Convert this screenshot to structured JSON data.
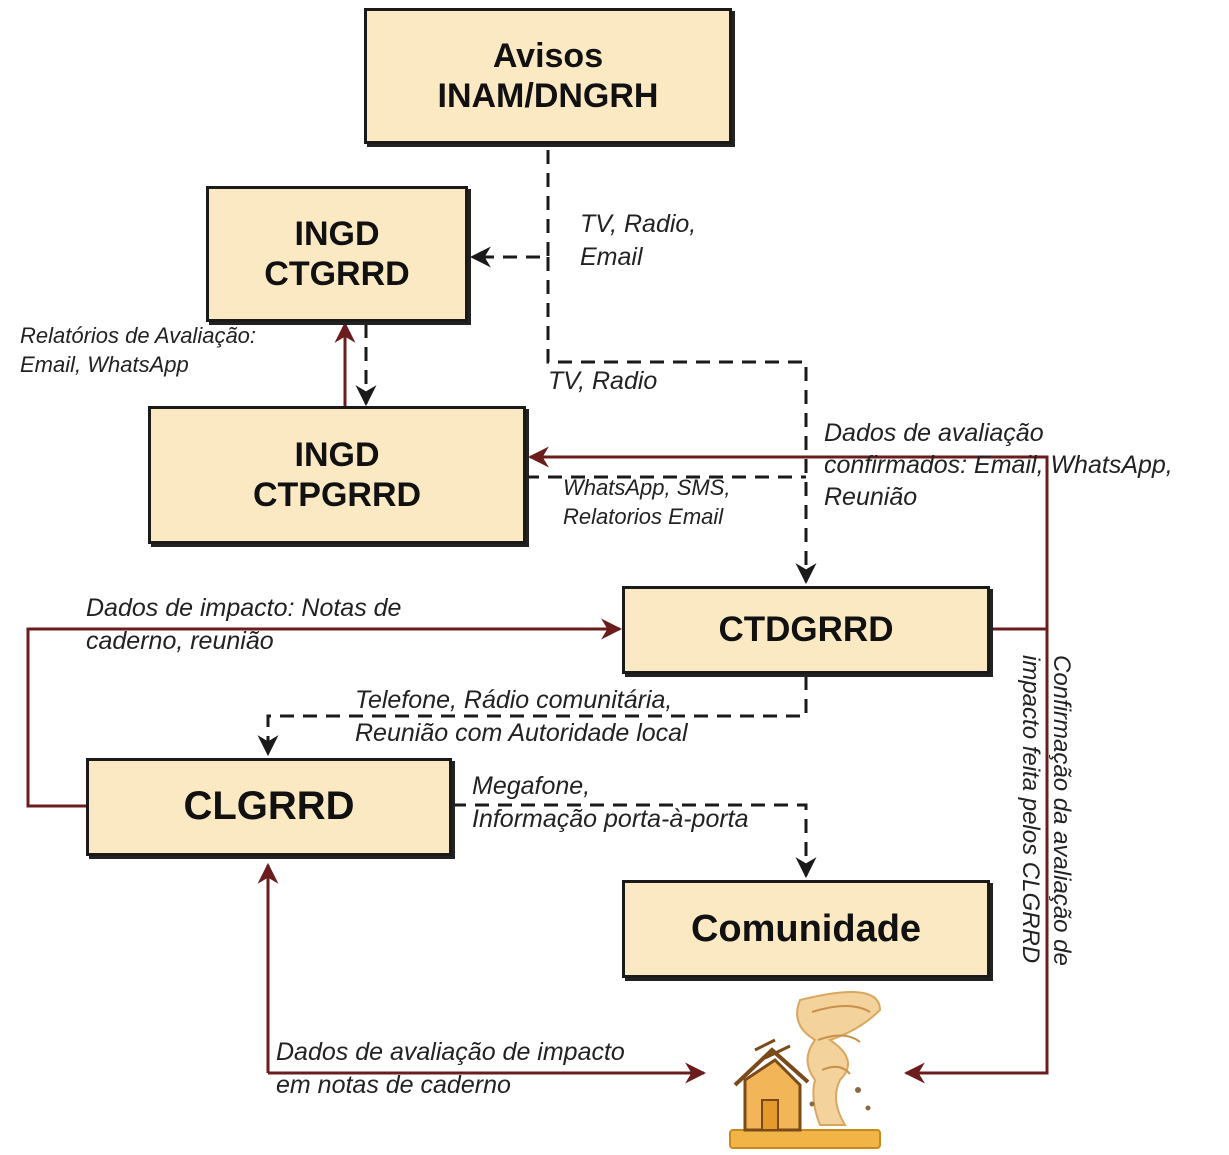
{
  "boxes": {
    "avisos": [
      "Avisos",
      "INAM/DNGRH"
    ],
    "ctgrrd": [
      "INGD",
      "CTGRRD"
    ],
    "ctpgrrd": [
      "INGD",
      "CTPGRRD"
    ],
    "ctdgrrd": "CTDGRRD",
    "clgrrd": "CLGRRD",
    "comunidade": "Comunidade"
  },
  "labels": {
    "tv_radio_email": [
      "TV, Radio,",
      "Email"
    ],
    "tv_radio": "TV, Radio",
    "relatorios_avaliacao": [
      "Relatórios de Avaliação:",
      "Email, WhatsApp"
    ],
    "dados_avaliacao_confirmados": [
      "Dados de avaliação",
      "confirmados: Email, WhatsApp,",
      "Reunião"
    ],
    "whatsapp_sms": [
      "WhatsApp, SMS,",
      "Relatorios Email"
    ],
    "dados_impacto": [
      "Dados de impacto: Notas de",
      "caderno, reunião"
    ],
    "telefone_radio": [
      "Telefone, Rádio comunitária,",
      "Reunião com Autoridade local"
    ],
    "megafone": [
      "Megafone,",
      "Informação porta-à-porta"
    ],
    "dados_avaliacao_impacto": [
      "Dados de avaliação de impacto",
      "em notas de caderno"
    ],
    "confirmacao": [
      "Confirmação da avaliação de",
      "impacto feita pelos CLGRRD"
    ]
  },
  "icons": {
    "disaster": "tornado-house-icon"
  },
  "colors": {
    "box_fill": "#fbe9c4",
    "dashed_flow": "#1a1a1a",
    "solid_flow": "#6b1c1c"
  }
}
